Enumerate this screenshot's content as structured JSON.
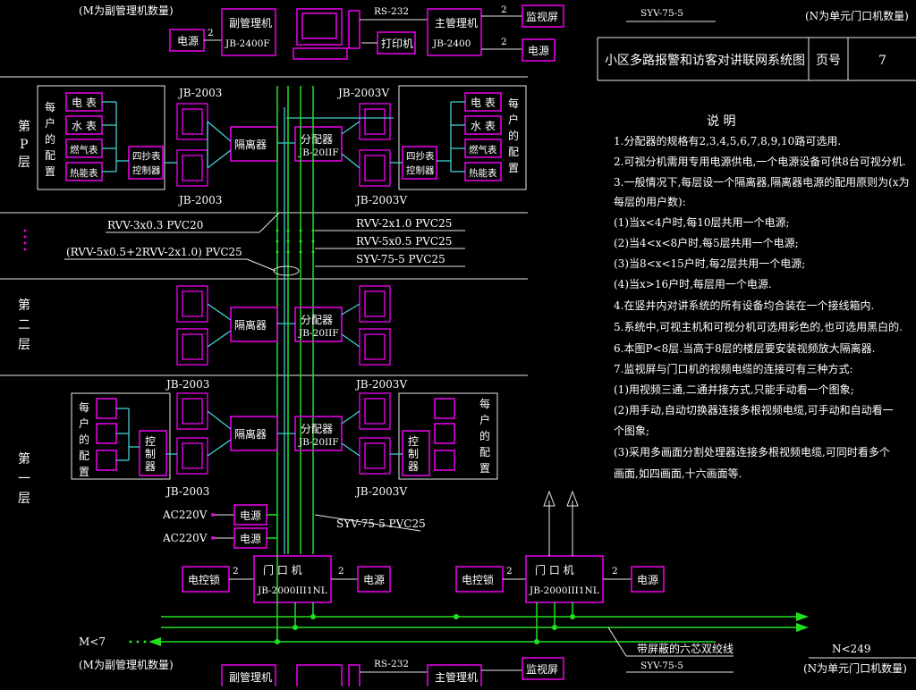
{
  "title_block": {
    "title": "小区多路报警和访客对讲联网系统图",
    "page_label": "页号",
    "page_number": "7"
  },
  "top_strip": {
    "left_note": "(M为副管理机数量)",
    "right_note": "(N为单元门口机数量)",
    "svv": "SYV-75-5",
    "rs232": "RS-232",
    "sub_manager": "副管理机",
    "sub_manager_model": "JB-2400F",
    "main_manager": "主管理机",
    "main_manager_model": "JB-2400",
    "power": "电源",
    "printer": "打印机",
    "monitor": "监视屏",
    "two": "2"
  },
  "floors": {
    "floor_p": [
      "第",
      "P",
      "层"
    ],
    "floor_2": [
      "第",
      "二",
      "层"
    ],
    "floor_1": [
      "第",
      "一",
      "层"
    ]
  },
  "devices": {
    "isolator": "隔离器",
    "splitter": "分配器",
    "splitter_model": "JB-20IIF",
    "four_meter": [
      "四抄表",
      "控制器"
    ],
    "controller": [
      "控",
      "制",
      "器"
    ],
    "per_household": [
      "每",
      "户",
      "的",
      "配",
      "置"
    ],
    "meters": [
      "电 表",
      "水 表",
      "燃气表",
      "热能表"
    ],
    "jb2003": "JB-2003",
    "jb2003v": "JB-2003V"
  },
  "cables": {
    "c1": "RVV-3x0.3 PVC20",
    "c2": "(RVV-5x0.5+2RVV-2x1.0) PVC25",
    "c3": "RVV-2x1.0 PVC25",
    "c4": "RVV-5x0.5 PVC25",
    "c5": "SYV-75-5 PVC25",
    "c6": "SYV-75-5 PVC25",
    "ac1": "AC220V",
    "ac2": "AC220V"
  },
  "bottom": {
    "door_machine": "门 口 机",
    "door_model": "JB-2000III1NL",
    "electric_lock": "电控锁",
    "power": "电源",
    "two": "2",
    "m_cond": "M<7",
    "m_note": "(M为副管理机数量)",
    "n_cond": "N<249",
    "n_note": "(N为单元门口机数量)",
    "shield_cable": "带屏蔽的六芯双绞线",
    "svv": "SYV-75-5",
    "rs232": "RS-232",
    "sub_manager": "副管理机",
    "main_manager": "主管理机",
    "monitor": "监视屏"
  },
  "notes": {
    "heading": "说 明",
    "lines": [
      "1.分配器的规格有2,3,4,5,6,7,8,9,10路可选用.",
      "2.可视分机需用专用电源供电,一个电源设备可供8台可视分机.",
      "3.一般情况下,每层设一个隔离器,隔离器电源的配用原则为(x为",
      "  每层的用户数):",
      "  (1)当x<4户时,每10层共用一个电源;",
      "  (2)当4<x<8户时,每5层共用一个电源;",
      "  (3)当8<x<15户时,每2层共用一个电源;",
      "  (4)当x>16户时,每层用一个电源.",
      "4.在竖井内对讲系统的所有设备均合装在一个接线箱内.",
      "5.系统中,可视主机和可视分机可选用彩色的,也可选用黑白的.",
      "6.本图P<8层.当高于8层的楼层要安装视频放大隔离器.",
      "7.监视屏与门口机的视频电缆的连接可有三种方式:",
      "  (1)用视频三通,二通并接方式,只能手动看一个图象;",
      "  (2)用手动,自动切换器连接多根视频电缆,可手动和自动看一",
      "  个图象;",
      "  (3)采用多画面分割处理器连接多根视频电缆,可同时看多个",
      "  画面,如四画面,十六画面等."
    ]
  }
}
